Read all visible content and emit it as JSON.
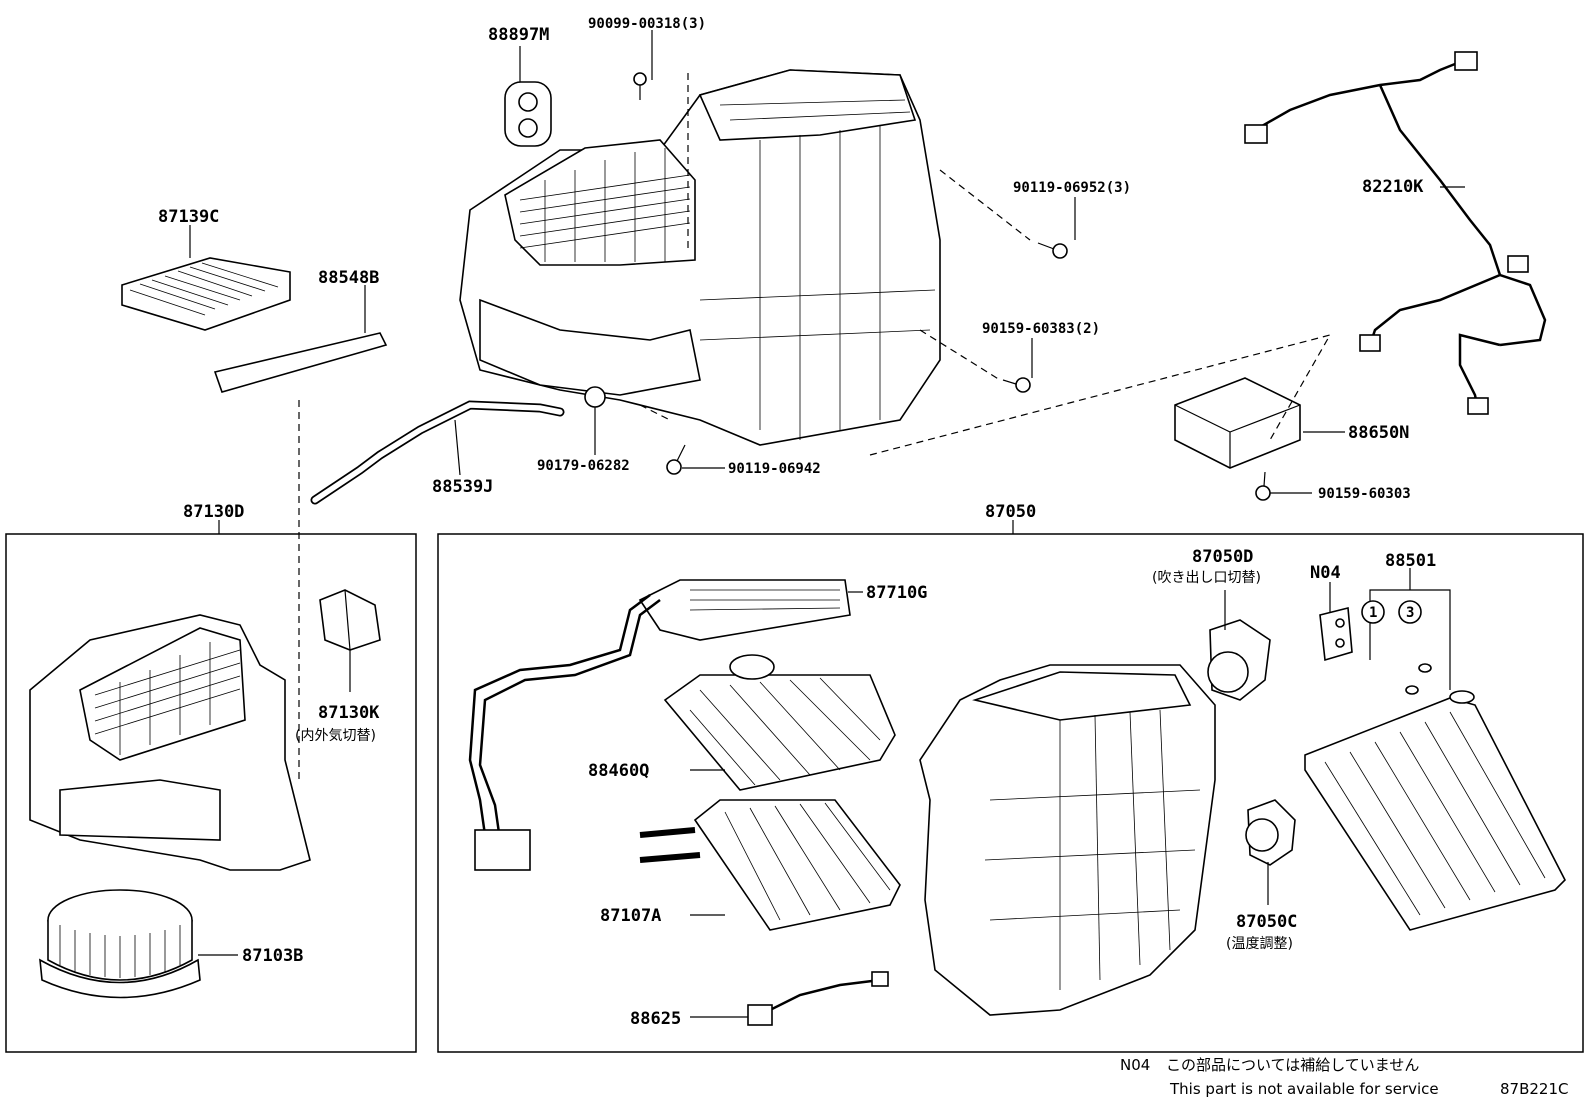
{
  "labels": {
    "p88897M": "88897M",
    "p90099": "90099-00318(3)",
    "p87139C": "87139C",
    "p88548B": "88548B",
    "p90119_06952": "90119-06952(3)",
    "p82210K": "82210K",
    "p90159_60383": "90159-60383(2)",
    "p88650N": "88650N",
    "p90179": "90179-06282",
    "p90119_06942": "90119-06942",
    "p88539J": "88539J",
    "p90159_60303": "90159-60303",
    "p87130D": "87130D",
    "p87050": "87050",
    "p87130K": "87130K",
    "p87130K_jp": "(内外気切替)",
    "p87103B": "87103B",
    "p87710G": "87710G",
    "p88460Q": "88460Q",
    "p87107A": "87107A",
    "p88625": "88625",
    "p87050D": "87050D",
    "p87050D_jp": "(吹き出し口切替)",
    "pN04": "N04",
    "p88501": "88501",
    "circle1": "1",
    "circle3": "3",
    "p87050C": "87050C",
    "p87050C_jp": "(温度調整)"
  },
  "footer": {
    "note_code": "N04",
    "note_jp": "この部品については補給していません",
    "note_en": "This part is not available for service",
    "diagram_id": "87B221C"
  },
  "colors": {
    "ink": "#000000",
    "paper": "#ffffff"
  }
}
